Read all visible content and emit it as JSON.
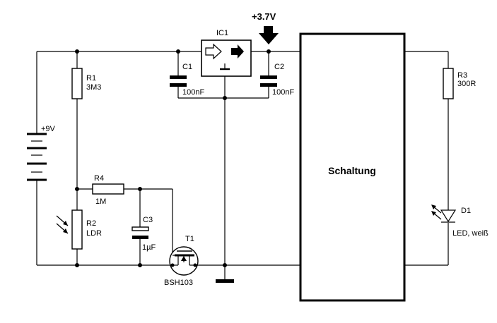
{
  "components": {
    "ic1": {
      "name": "IC1"
    },
    "r1": {
      "name": "R1",
      "value": "3M3"
    },
    "r2": {
      "name": "R2",
      "value": "LDR"
    },
    "r3": {
      "name": "R3",
      "value": "300R"
    },
    "r4": {
      "name": "R4",
      "value": "1M"
    },
    "c1": {
      "name": "C1",
      "value": "100nF"
    },
    "c2": {
      "name": "C2",
      "value": "100nF"
    },
    "c3": {
      "name": "C3",
      "value": "1µF"
    },
    "t1": {
      "name": "T1",
      "value": "BSH103"
    },
    "d1": {
      "name": "D1",
      "value": "LED, weiß"
    },
    "battery": {
      "label": "+9V"
    },
    "supply": {
      "label": "+3.7V"
    },
    "block": {
      "label": "Schaltung"
    }
  }
}
